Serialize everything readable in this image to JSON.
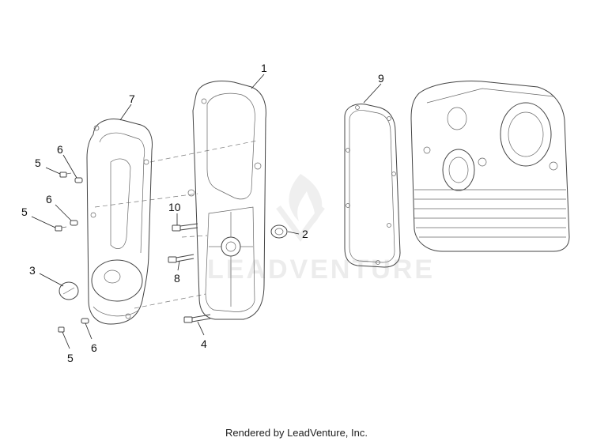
{
  "callouts": {
    "c1": "1",
    "c2": "2",
    "c3": "3",
    "c4": "4",
    "c5a": "5",
    "c5b": "5",
    "c5c": "5",
    "c6a": "6",
    "c6b": "6",
    "c6c": "6",
    "c7": "7",
    "c8": "8",
    "c9": "9",
    "c10": "10"
  },
  "watermark": {
    "text": "LEADVENTURE",
    "logo_icon": "flame-logo-icon"
  },
  "footer": {
    "text": "Rendered by LeadVenture, Inc."
  },
  "colors": {
    "line": "#444444",
    "watermark": "#ececec",
    "background": "#ffffff"
  }
}
